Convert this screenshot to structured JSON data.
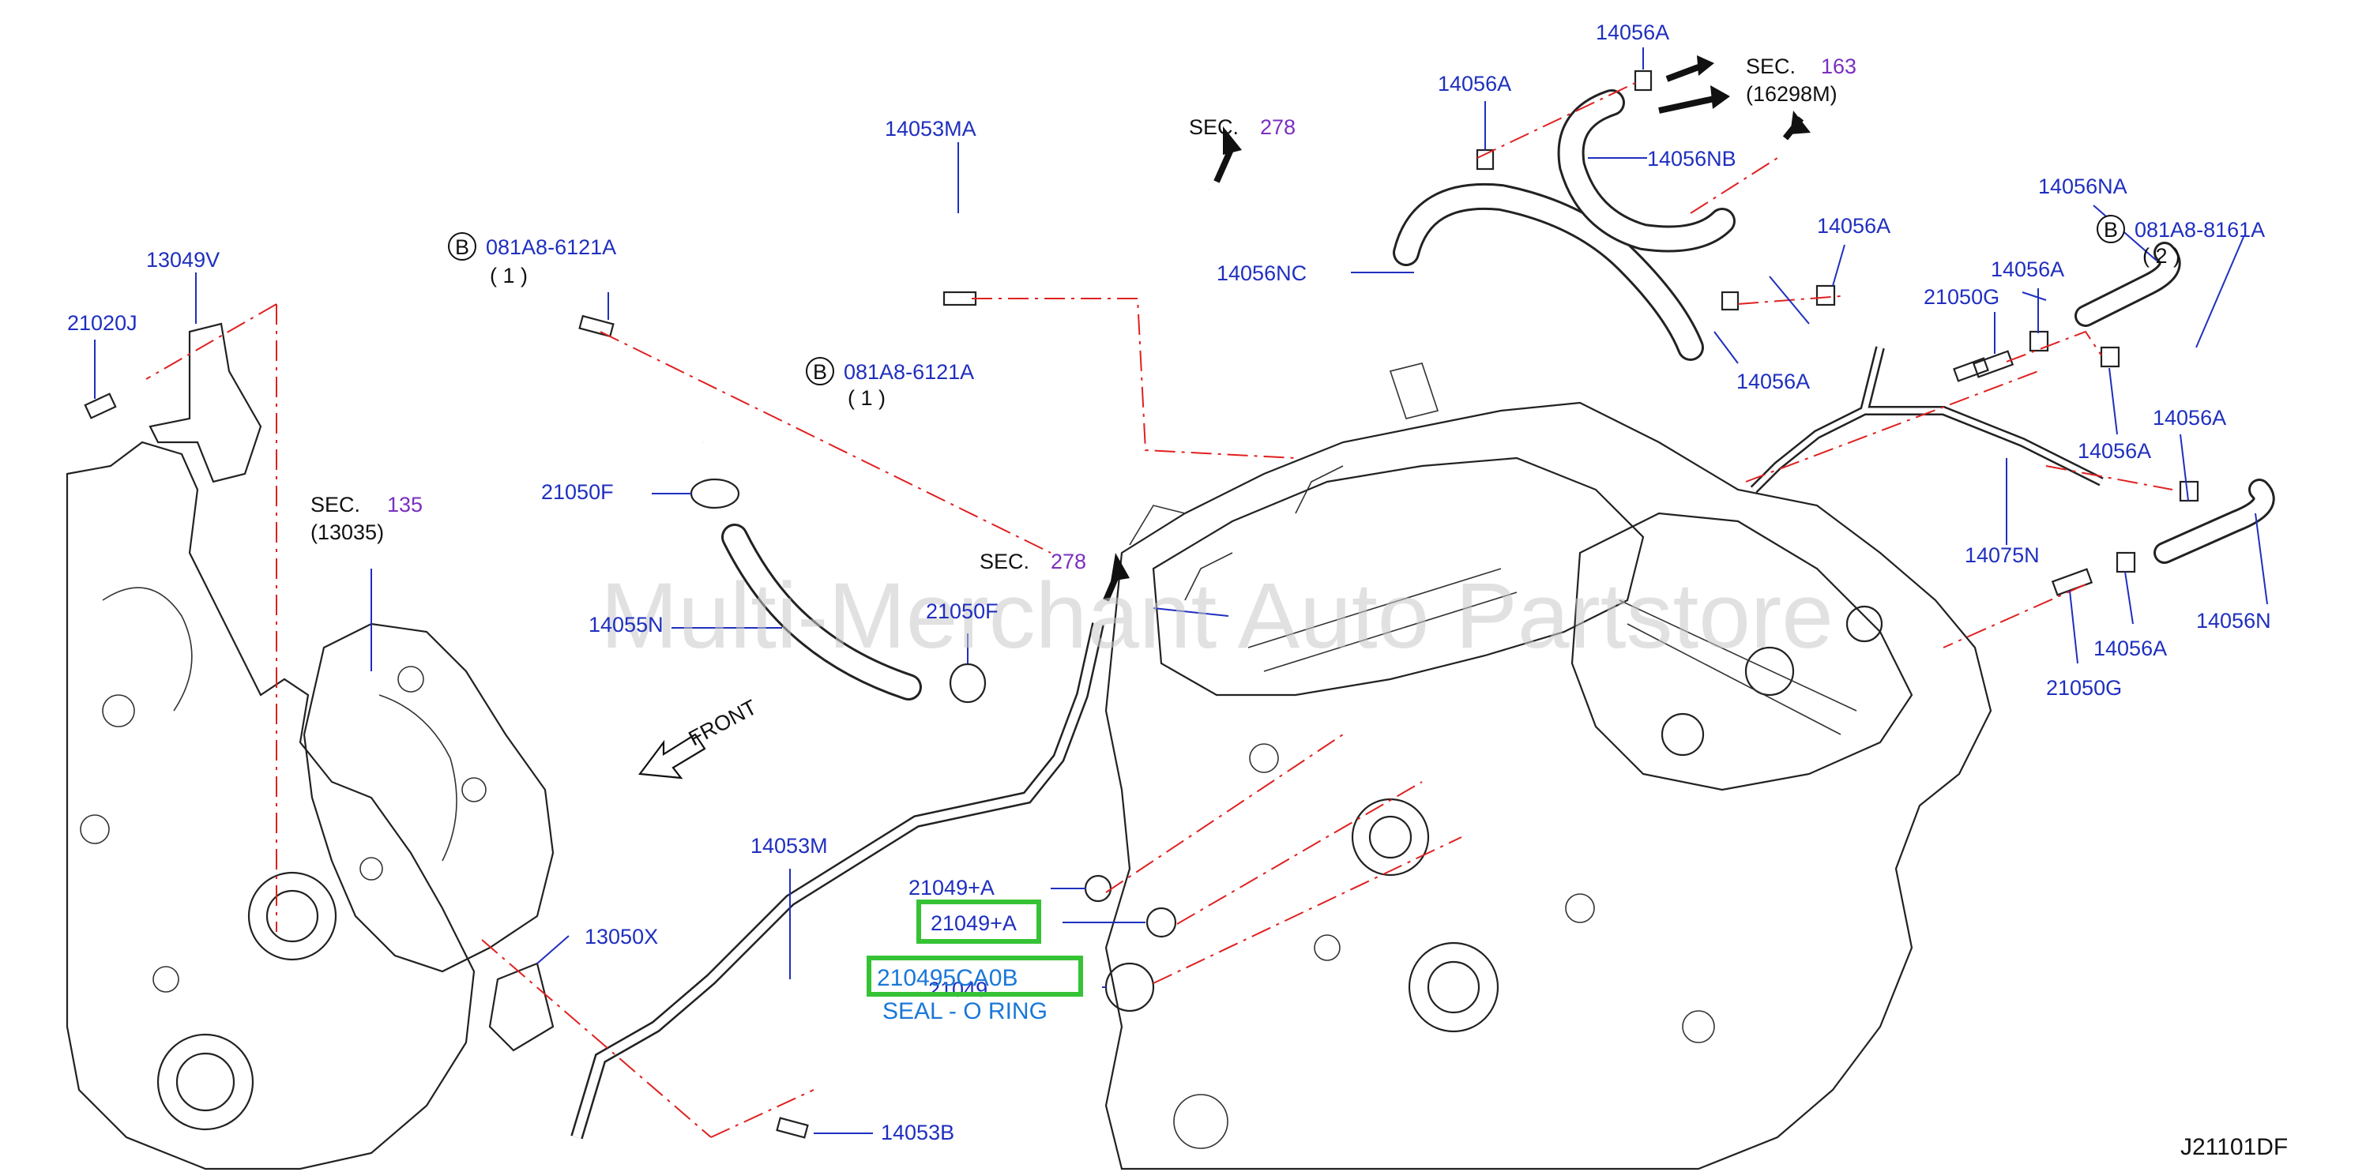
{
  "diagram_code": "J21101DF",
  "watermark": "Multi-Merchant Auto Partstore",
  "front_label": "FRONT",
  "callouts": {
    "c14056A_top": "14056A",
    "c14056A_l": "14056A",
    "c14056NB": "14056NB",
    "c14056NC": "14056NC",
    "c14056A_mid1": "14056A",
    "c14056A_mid2": "14056A",
    "c14056NA": "14056NA",
    "c21050G_top": "21050G",
    "c14056A_r1": "14056A",
    "c14056A_r2": "14056A",
    "c14056A_r3": "14056A",
    "c14075N": "14075N",
    "c14056N": "14056N",
    "c14056A_r4": "14056A",
    "c21050G_bot": "21050G",
    "c14053MA": "14053MA",
    "c13049V": "13049V",
    "c21020J": "21020J",
    "c21050F_1": "21050F",
    "c21050F_2": "21050F",
    "c14055N": "14055N",
    "c14053M": "14053M",
    "c13050X": "13050X",
    "c14053B": "14053B",
    "c21049A_1": "21049+A",
    "c21049A_2": "21049+A",
    "c21049": "21049"
  },
  "bolts": {
    "b1": {
      "circle": "B",
      "part": "081A8-6121A",
      "qty": "( 1 )"
    },
    "b2": {
      "circle": "B",
      "part": "081A8-6121A",
      "qty": "( 1 )"
    },
    "b3": {
      "circle": "B",
      "part": "081A8-8161A",
      "qty": "( 2 )"
    }
  },
  "sections": {
    "s278_top": {
      "prefix": "SEC.",
      "num": "278"
    },
    "s278_mid": {
      "prefix": "SEC.",
      "num": "278"
    },
    "s163": {
      "prefix": "SEC.",
      "num": "163",
      "sub": "(16298M)"
    },
    "s135": {
      "prefix": "SEC.",
      "num": "135",
      "sub": "(13035)"
    }
  },
  "highlight": {
    "part_number": "210495CA0B",
    "description": "SEAL - O RING"
  },
  "colors": {
    "callout": "#1f2fbf",
    "section_number": "#7a2fc0",
    "highlight_box": "#35c335",
    "highlight_text": "#1a78d8",
    "centerline": "#e02020"
  }
}
